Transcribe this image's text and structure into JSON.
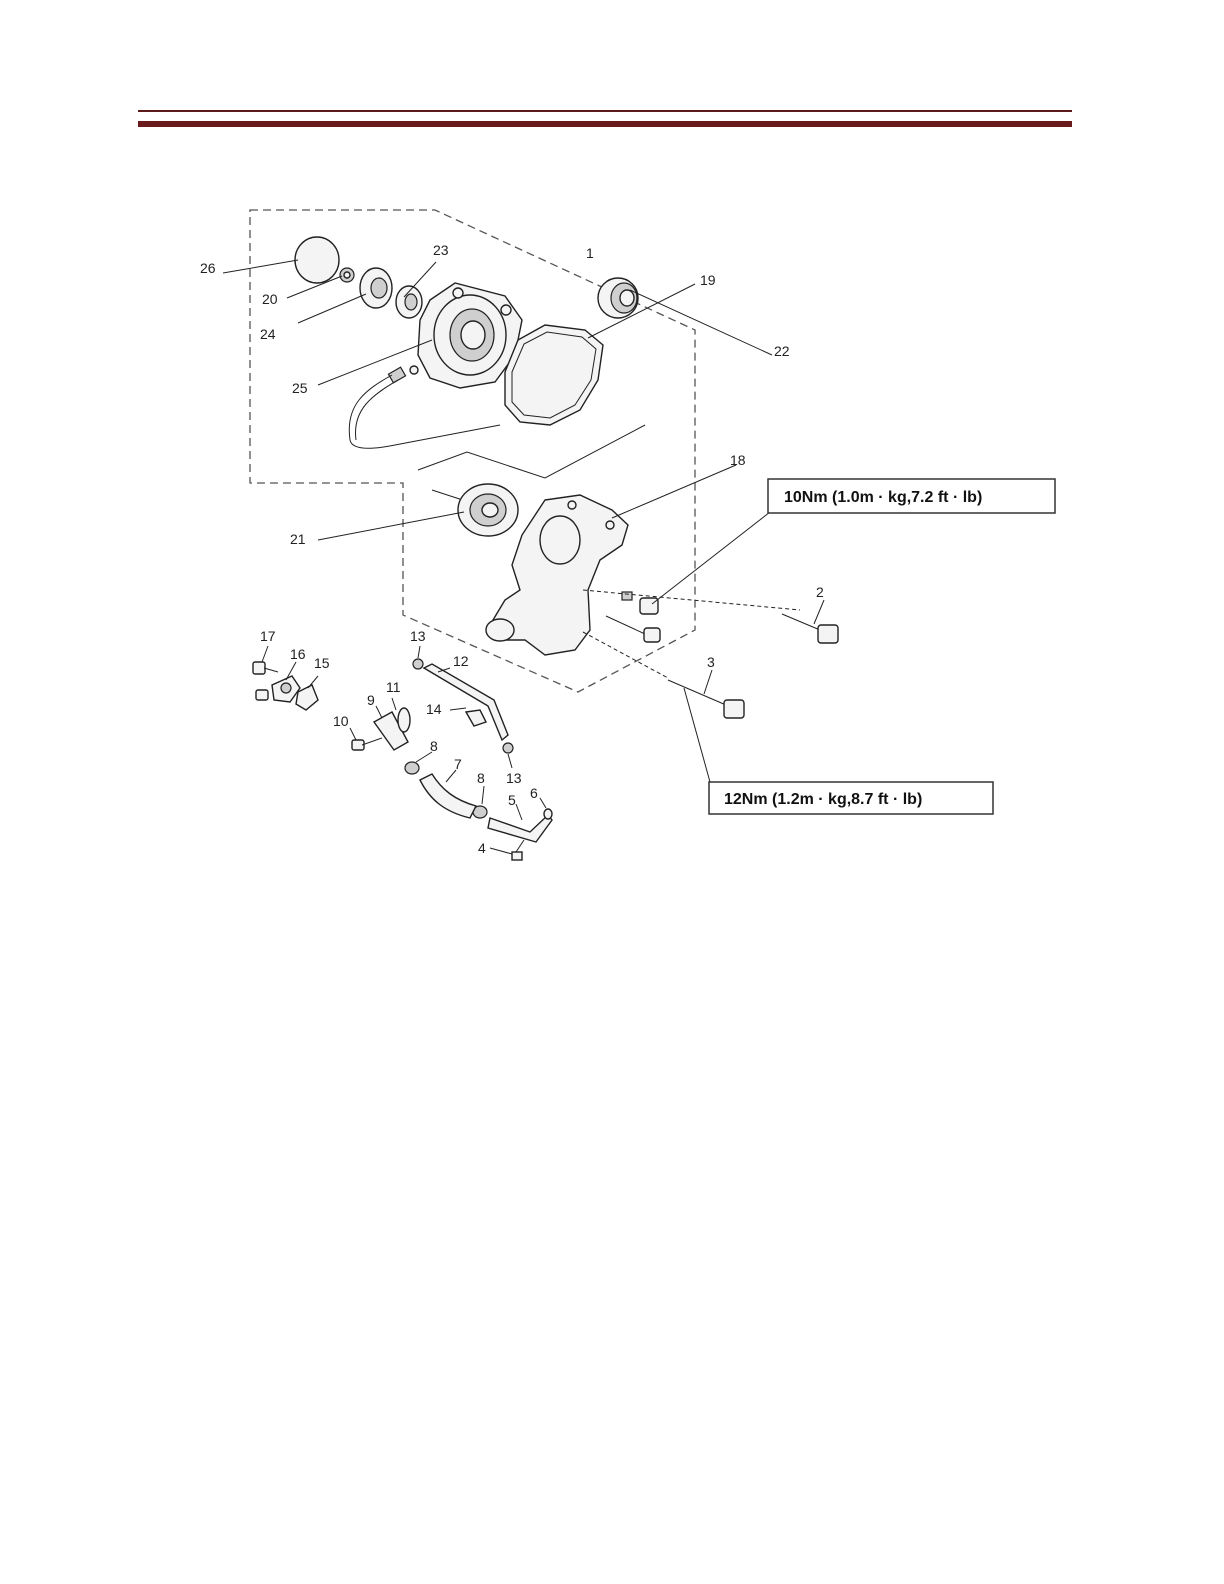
{
  "header": {
    "rule_color": "#6b1b1b"
  },
  "diagram": {
    "assembly_marker": "1",
    "callouts": {
      "p2": "2",
      "p3": "3",
      "p4": "4",
      "p5": "5",
      "p6": "6",
      "p7": "7",
      "p8a": "8",
      "p8b": "8",
      "p9": "9",
      "p10": "10",
      "p11": "11",
      "p12": "12",
      "p13a": "13",
      "p13b": "13",
      "p14": "14",
      "p15": "15",
      "p16": "16",
      "p17": "17",
      "p18": "18",
      "p19": "19",
      "p20": "20",
      "p21": "21",
      "p22": "22",
      "p23": "23",
      "p24": "24",
      "p25": "25",
      "p26": "26"
    },
    "torque": {
      "upper": "10Nm (1.0m · kg,7.2 ft · lb)",
      "lower": "12Nm (1.2m · kg,8.7 ft · lb)"
    }
  }
}
